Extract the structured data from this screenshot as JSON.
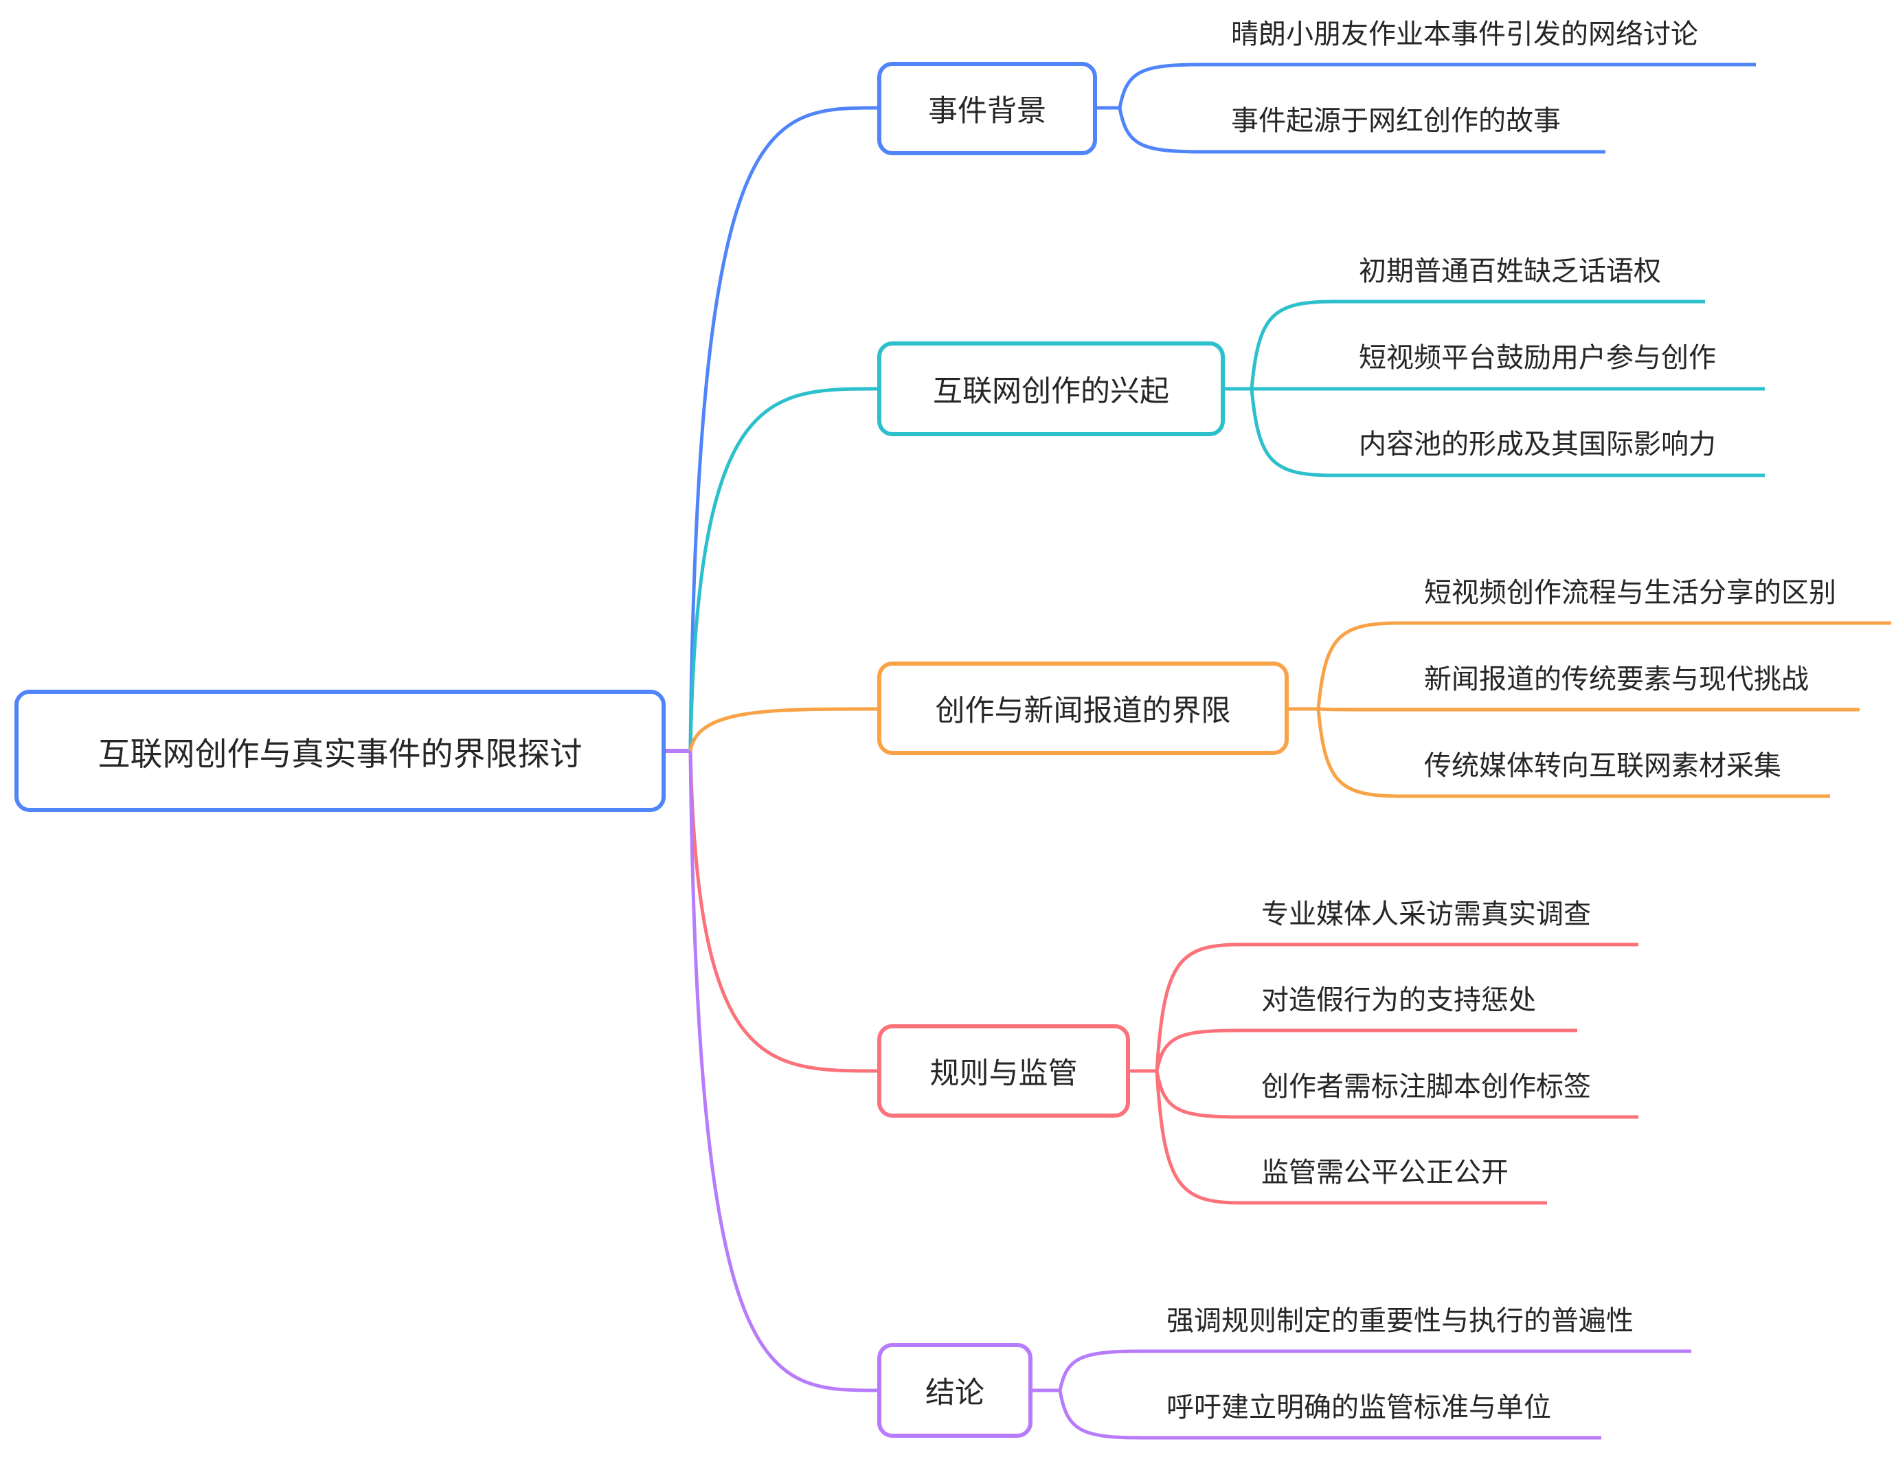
{
  "mindmap": {
    "root": {
      "label": "互联网创作与真实事件的界限探讨",
      "color": "#5085fa"
    },
    "branches": [
      {
        "label": "事件背景",
        "color": "#5085fa",
        "leaves": [
          "晴朗小朋友作业本事件引发的网络讨论",
          "事件起源于网红创作的故事"
        ]
      },
      {
        "label": "互联网创作的兴起",
        "color": "#2cbfcc",
        "leaves": [
          "初期普通百姓缺乏话语权",
          "短视频平台鼓励用户参与创作",
          "内容池的形成及其国际影响力"
        ]
      },
      {
        "label": "创作与新闻报道的界限",
        "color": "#f9a246",
        "leaves": [
          "短视频创作流程与生活分享的区别",
          "新闻报道的传统要素与现代挑战",
          "传统媒体转向互联网素材采集"
        ]
      },
      {
        "label": "规则与监管",
        "color": "#fc727a",
        "leaves": [
          "专业媒体人采访需真实调查",
          "对造假行为的支持惩处",
          "创作者需标注脚本创作标签",
          "监管需公平公正公开"
        ]
      },
      {
        "label": "结论",
        "color": "#b77cfb",
        "leaves": [
          "强调规则制定的重要性与执行的普遍性",
          "呼吁建立明确的监管标准与单位"
        ]
      }
    ]
  }
}
